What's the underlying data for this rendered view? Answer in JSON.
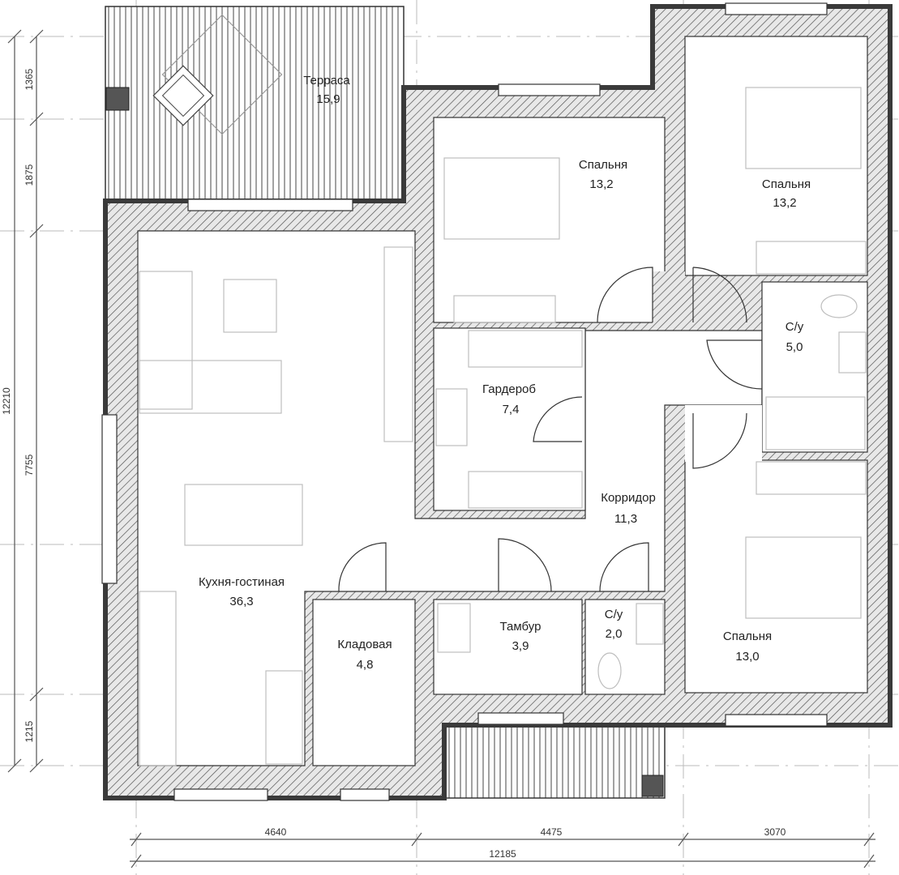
{
  "rooms": [
    {
      "name": "Терраса",
      "area": "15,9"
    },
    {
      "name": "Спальня",
      "area": "13,2"
    },
    {
      "name": "Спальня",
      "area": "13,2"
    },
    {
      "name": "С/у",
      "area": "5,0"
    },
    {
      "name": "Гардероб",
      "area": "7,4"
    },
    {
      "name": "Корридор",
      "area": "11,3"
    },
    {
      "name": "Кухня-гостиная",
      "area": "36,3"
    },
    {
      "name": "Кладовая",
      "area": "4,8"
    },
    {
      "name": "Тамбур",
      "area": "3,9"
    },
    {
      "name": "С/у",
      "area": "2,0"
    },
    {
      "name": "Спальня",
      "area": "13,0"
    }
  ],
  "dimensions": {
    "left_total": "12210",
    "left": [
      "1365",
      "1875",
      "7755",
      "1215"
    ],
    "bottom": [
      "4640",
      "4475",
      "3070"
    ],
    "bottom_total": "12185"
  },
  "colors": {
    "wall": "#3a3a3a",
    "hatch": "#555555",
    "furniture": "#bdbdbd"
  }
}
